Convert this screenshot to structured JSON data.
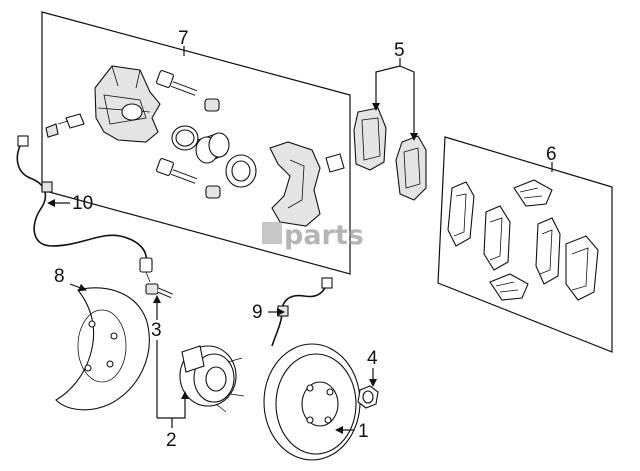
{
  "watermark": "parts",
  "callouts": {
    "c1": "1",
    "c2": "2",
    "c3": "3",
    "c4": "4",
    "c5": "5",
    "c6": "6",
    "c7": "7",
    "c8": "8",
    "c9": "9",
    "c10": "10"
  }
}
